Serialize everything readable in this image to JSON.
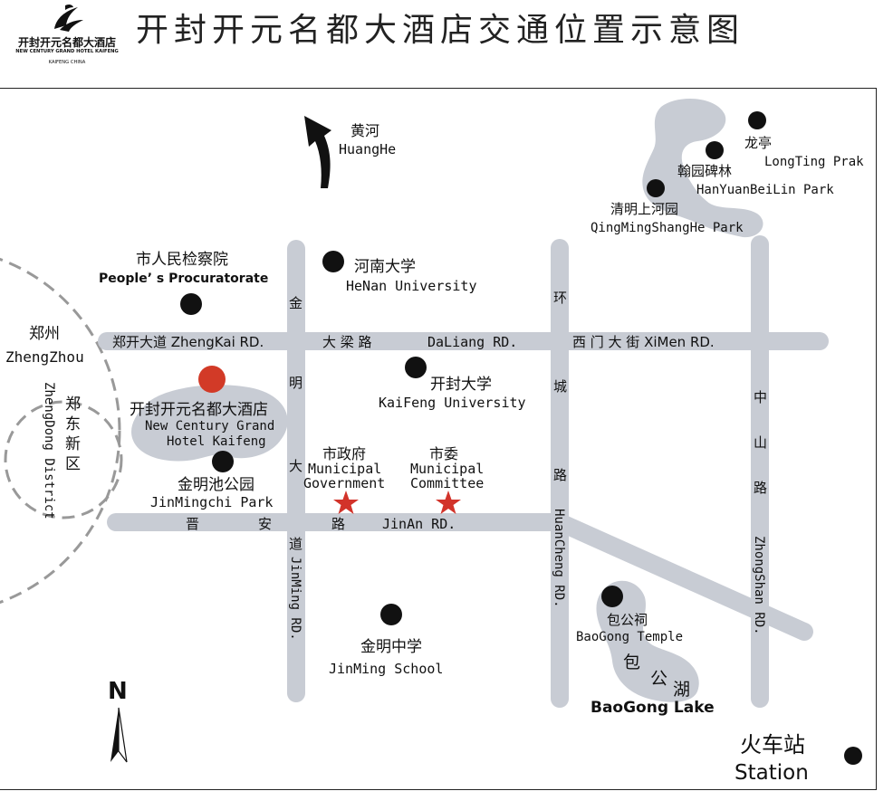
{
  "logo": {
    "name": "开封开元名都大酒店",
    "english": "NEW CENTURY GRAND HOTEL KAIFENG",
    "city": "KAIFENG CHINA"
  },
  "title": "开封开元名都大酒店交通位置示意图",
  "map": {
    "river": {
      "cn": "黄河",
      "en": "HuangHe"
    },
    "zhengzhou": {
      "cn": "郑州",
      "en": "ZhengZhou"
    },
    "zhengdong": {
      "cn": "郑东新区",
      "en": "ZhengDong District"
    },
    "roads": {
      "zhengkai": "郑开大道 ZhengKai RD.",
      "daliang_cn": "大 梁 路",
      "daliang_en": "DaLiang RD.",
      "ximen": "西 门 大 街 XiMen RD.",
      "jinan_cn_1": "晋",
      "jinan_cn_2": "安",
      "jinan_cn_3": "路",
      "jinan_en": "JinAn RD.",
      "jinming_cn": [
        "金",
        "明",
        "大",
        "道"
      ],
      "jinming_en": "JinMing RD.",
      "huancheng_cn": [
        "环",
        "城",
        "路"
      ],
      "huancheng_en": "HuanCheng RD.",
      "zhongshan_cn": [
        "中",
        "山",
        "路"
      ],
      "zhongshan_en": "ZhongShan RD."
    },
    "landmarks": {
      "procuratorate": {
        "cn": "市人民检察院",
        "en": "People’ s Procuratorate"
      },
      "henan_univ": {
        "cn": "河南大学",
        "en": "HeNan University"
      },
      "kaifeng_univ": {
        "cn": "开封大学",
        "en": "KaiFeng University"
      },
      "hotel": {
        "cn": "开封开元名都大酒店",
        "en_1": "New Century Grand",
        "en_2": "Hotel Kaifeng"
      },
      "jinmingchi": {
        "cn": "金明池公园",
        "en": "JinMingchi Park"
      },
      "gov": {
        "cn": "市政府",
        "en_1": "Municipal",
        "en_2": "Government"
      },
      "committee": {
        "cn": "市委",
        "en_1": "Municipal",
        "en_2": "Committee"
      },
      "jinming_school": {
        "cn": "金明中学",
        "en": "JinMing School"
      },
      "longting": {
        "cn": "龙亭",
        "en": "LongTing Prak"
      },
      "hanyuan": {
        "cn": "翰园碑林",
        "en": "HanYuanBeiLin Park"
      },
      "qingming": {
        "cn": "清明上河园",
        "en": "QingMingShangHe Park"
      },
      "baogong_temple": {
        "cn": "包公祠",
        "en": "BaoGong Temple"
      },
      "baogong_lake": {
        "cn_1": "包",
        "cn_2": "公",
        "cn_3": "湖",
        "en": "BaoGong Lake"
      },
      "station": {
        "cn": "火车站",
        "en": "Station"
      }
    },
    "compass": "N",
    "colors": {
      "road": "#c8ccd4",
      "lake": "#c8ccd4",
      "hotel_marker": "#d23a27",
      "star": "#d2332a",
      "dot": "#111111"
    }
  }
}
